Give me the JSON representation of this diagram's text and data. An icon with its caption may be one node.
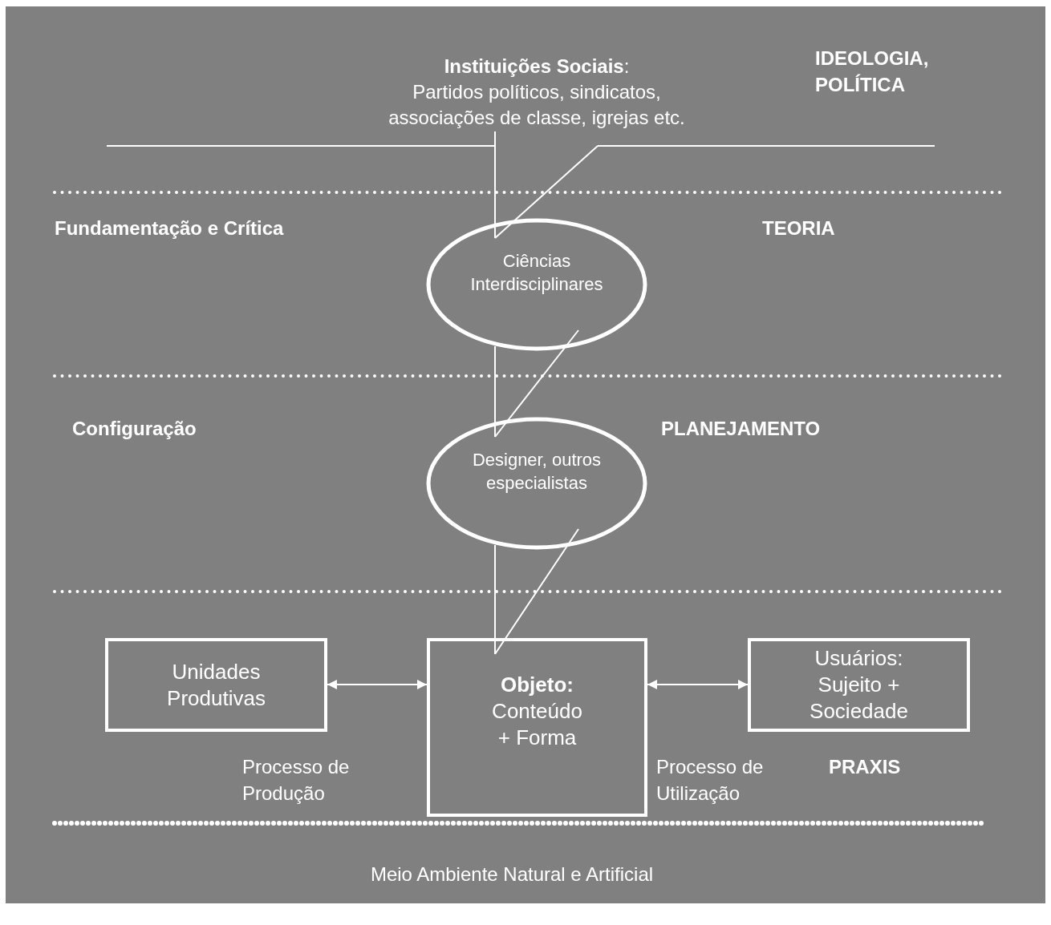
{
  "diagram": {
    "nodes": [
      {
        "text": [
          "**Instituições Sociais**:",
          "Partidos políticos, sindicatos, associações de classe, igrejas etc."
        ]
      },
      {
        "text": [
          "Ciências Interdisciplinares"
        ]
      },
      {
        "text": [
          "Designer, outros especialistas"
        ]
      },
      {
        "text": [
          "Unidades Produtivas"
        ]
      },
      {
        "text": [
          "Objeto:",
          "Conteúdo + Forma"
        ]
      },
      {
        "text": [
          "Usuários: Sujeito + Sociedade"
        ]
      }
    ],
    "edges": [
      {
        "from": 0,
        "to": 1,
        "arrow": "none"
      },
      {
        "from": 1,
        "to": 2,
        "arrow": "none"
      },
      {
        "from": 2,
        "to": 4,
        "arrow": "none"
      },
      {
        "from": 3,
        "to": 4,
        "arrow": "both"
      },
      {
        "from": 4,
        "to": 5,
        "arrow": "both"
      }
    ],
    "labels": [
      "IDEOLOGIA, POLÍTICA",
      "Fundamentação e Crítica",
      "TEORIA",
      "Configuração",
      "PLANEJAMENTO",
      "Processo de Produção",
      "Processo de Utilização",
      "PRAXIS",
      "Meio Ambiente Natural e Artificial"
    ]
  }
}
